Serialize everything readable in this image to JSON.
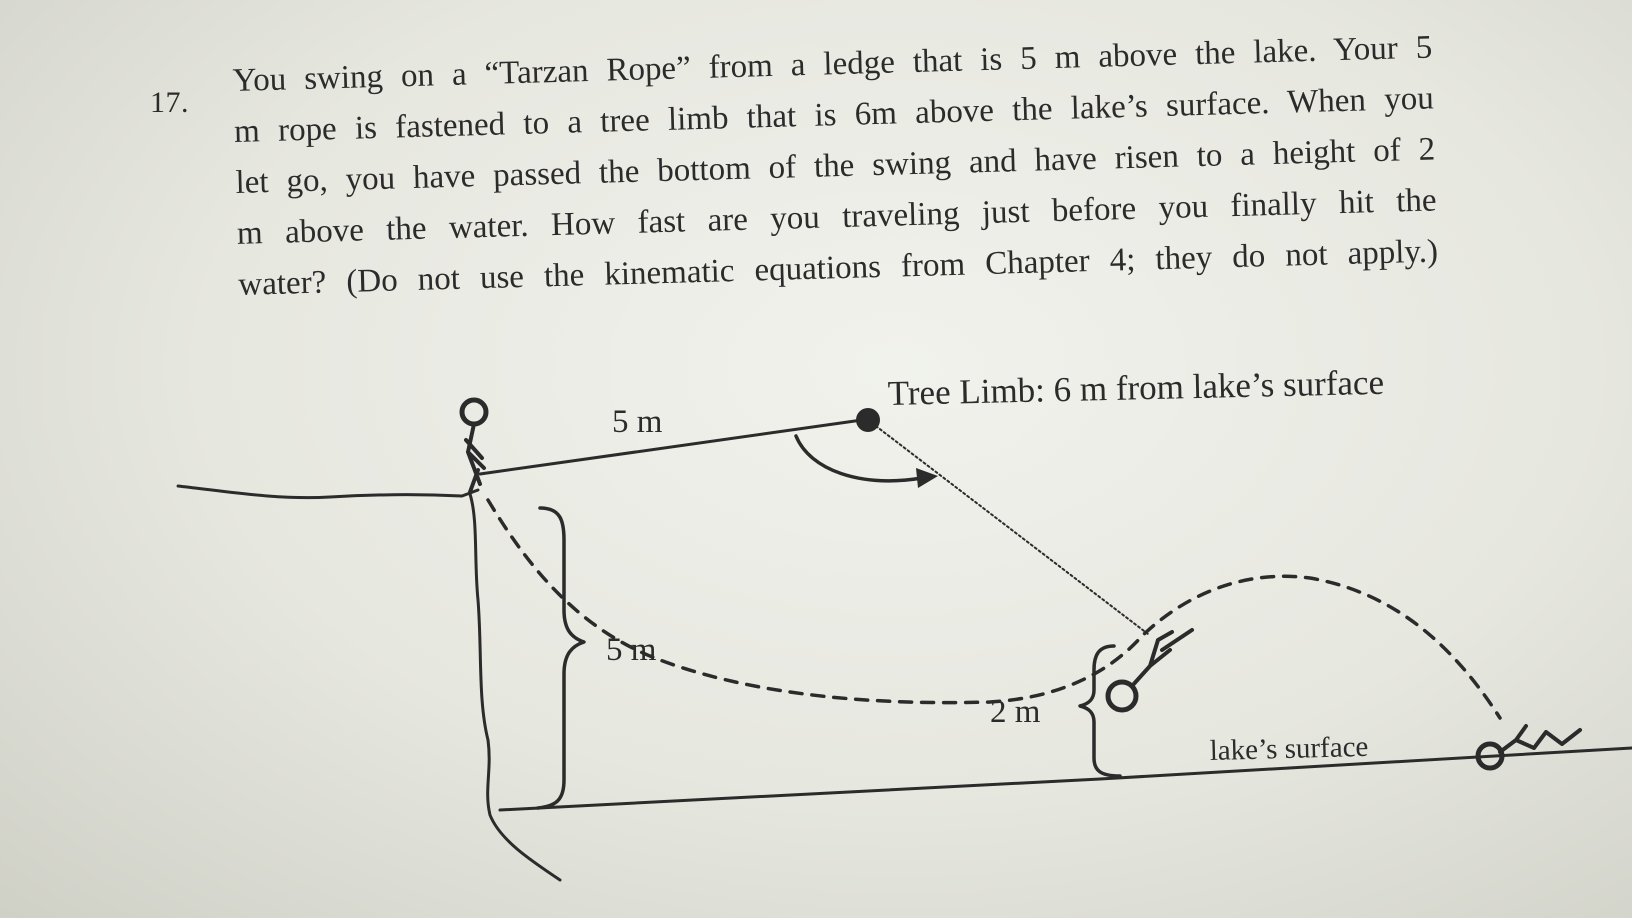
{
  "problem": {
    "number": "17.",
    "lines": [
      "You swing on a “Tarzan Rope” from a ledge that is 5 m above the lake. Your 5",
      "m rope is fastened to a tree limb that is 6m above the lake’s surface. When you",
      "let go, you have passed the bottom of the swing and have risen to a height of 2",
      "m above the water. How fast are you traveling just before you finally hit the",
      "water? (Do not use the kinematic equations from Chapter 4; they do not apply.)"
    ]
  },
  "diagram": {
    "tree_limb_label": "Tree Limb: 6 m from lake’s surface",
    "rope_length_label": "5 m",
    "ledge_height_label": "5 m",
    "release_height_label": "2 m",
    "lake_surface_label": "lake’s surface"
  }
}
